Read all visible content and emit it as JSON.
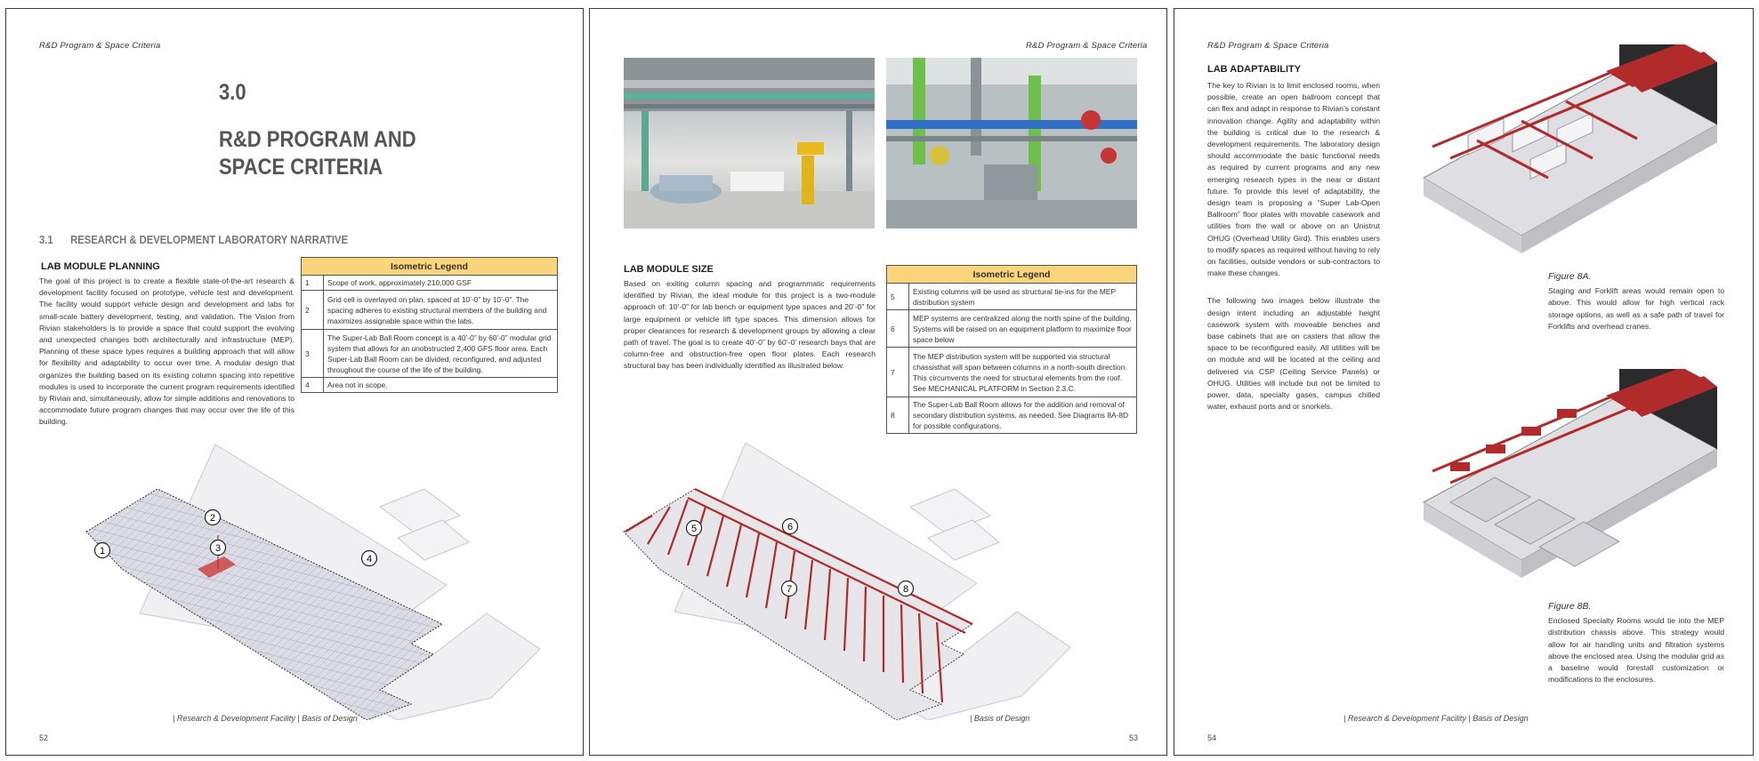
{
  "colors": {
    "legend_header": "#fbd57b",
    "rule": "#555555",
    "mep_red": "#b22b2b",
    "title_gray": "#555555"
  },
  "p1": {
    "header": "R&D  Program  & Space Criteria",
    "chapter": "3.0",
    "title_line1": "R&D PROGRAM AND",
    "title_line2": "SPACE CRITERIA",
    "section_num": "3.1",
    "section_title": "RESEARCH & DEVELOPMENT LABORATORY NARRATIVE",
    "subhead": "LAB MODULE PLANNING",
    "paragraph": "The goal of this project is to create a flexible state-of-the-art research & development facility focused on prototype, vehicle test and development. The facility would support vehicle design and development and labs for small-scale battery development, testing, and validation. The Vision from Rivian stakeholders is to provide a space that could support the evolving and unexpected changes both architecturally and infrastructure (MEP). Planning of these space types requires a building approach that will allow for flexibility and adaptability to occur over time.  A modular design that organizes the building based on its existing column spacing into repetitive modules is used to incorporate the current program requirements identified by Rivian and, simultaneously, allow for simple additions and renovations to accommodate future program changes that may occur over the life of this building.",
    "legend_title": "Isometric Legend",
    "legend": [
      {
        "num": "1",
        "text": "Scope of work, approximately 210,000 GSF"
      },
      {
        "num": "2",
        "text": "Grid cell is overlayed on plan, spaced at 10’-0” by 10’-0”. The spacing adheres to existing structural members of the building and maximizes assignable space within the labs."
      },
      {
        "num": "3",
        "text": "The Super-Lab Ball Room concept is a 40’-0” by 60’-0” modular grid system that allows for an unobstructed 2,400 GFS floor area. Each Super-Lab Ball Room can be divided, reconfigured, and adjusted throughout the course of the life of the building."
      },
      {
        "num": "4",
        "text": "Area not in scope."
      }
    ],
    "callouts": [
      "1",
      "2",
      "3",
      "4"
    ],
    "footer": "| Research & Development Facility  | Basis of Design",
    "page_number": "52"
  },
  "p2": {
    "header": "R&D  Program  & Space Criteria",
    "subhead": "LAB MODULE SIZE",
    "paragraph": "Based on exiting column spacing and programmatic requirements identified by Rivian, the ideal module for this project is a two-module approach of:  10’-0” for lab bench or equipment type spaces and 20’-0” for large equipment or vehicle lift type spaces.  This dimension allows for proper clearances for research & development groups by allowing a clear path of travel. The goal is to create 40’-0” by 60’-0’ research bays that are column-free and obstruction-free open floor plates. Each research structural bay has been individually identified as illustrated below.",
    "legend_title": "Isometric Legend",
    "legend": [
      {
        "num": "5",
        "text": "Existing columns will be used as structural tie-ins for the MEP distribution system"
      },
      {
        "num": "6",
        "text": "MEP systems are centralized along the north spine of the building. Systems will be raised on an equipment platform to maximize floor space below"
      },
      {
        "num": "7",
        "text": "The MEP distribution system will be supported via structural chassisthat will span between columns in a north-south direction. This circumvents the need for structural elements from the roof. See MECHANICAL PLATFORM in Section 2.3.C."
      },
      {
        "num": "8",
        "text": "The Super-Lab Ball Room allows for the addition and removal of secondary distribution systems, as needed. See Diagrams 8A-8D for possible configurations."
      }
    ],
    "callouts": [
      "5",
      "6",
      "7",
      "8"
    ],
    "footer": "| Basis of Design",
    "page_number": "53"
  },
  "p3": {
    "header": "R&D  Program  & Space Criteria",
    "subhead": "LAB ADAPTABILITY",
    "paragraph1": "The key to Rivian is to limit enclosed rooms, when possible, create an open ballroom concept that can flex and adapt in response to Rivian’s constant innovation change. Agility and adaptability within the building is critical due to the research & development requirements.  The laboratory design should accommodate the basic functional needs as required by current programs and any new emerging research types in the near or distant future. To provide this level of adaptability, the design team is proposing a “Super Lab-Open Ballroom” floor plates with movable casework and utilities from the wall or above on an Unistrut OHUG (Overhead Utility Gird). This enables users to modify spaces as required without having to rely on facilities, outside vendors or sub-contractors to make these changes.",
    "paragraph2": "The following two images below illustrate the design intent including an adjustable height casework system with moveable benches and base cabinets that are on casters that allow the space to be reconfigured easily. All utilities will be on module and will be located at the ceiling and delivered via CSP (Ceiling Service Panels) or OHUG. Utilities will include but not be limited to power, data, specialty gases, campus chilled water, exhaust ports and or snorkels.",
    "fig_a_label": "Figure 8A.",
    "fig_a_caption": "Staging and Forklift areas would remain open to above. This would allow for high vertical rack storage options, as well as a safe path of travel for Forklifts and overhead cranes.",
    "fig_b_label": "Figure 8B.",
    "fig_b_caption": "Enclosed Specialty Rooms would tie into the MEP distribution chassis above. This strategy would allow for air handling units and filtration systems above the enclosed area. Using the modular grid as a baseline would forestall customization or modifications to the enclosures.",
    "footer": "| Research & Development Facility  | Basis of Design",
    "page_number": "54"
  }
}
